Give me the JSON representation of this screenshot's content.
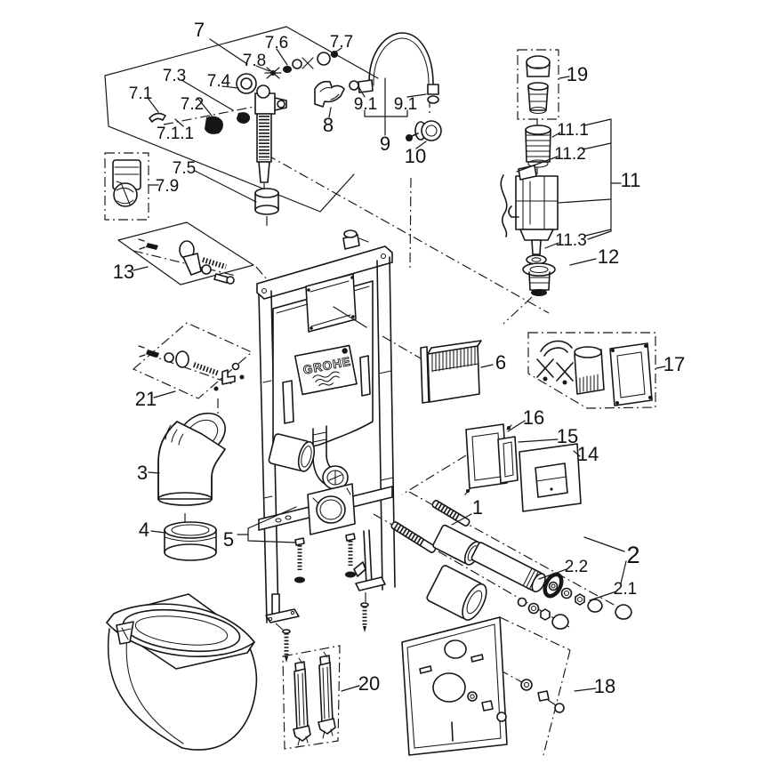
{
  "diagram": {
    "brand_logo": "GROHE",
    "labels": {
      "p1": "1",
      "p2": "2",
      "p2_1": "2.1",
      "p2_2": "2.2",
      "p3": "3",
      "p4": "4",
      "p5": "5",
      "p6": "6",
      "p7": "7",
      "p7_1": "7.1",
      "p7_1_1": "7.1.1",
      "p7_2": "7.2",
      "p7_3": "7.3",
      "p7_4": "7.4",
      "p7_5": "7.5",
      "p7_6": "7.6",
      "p7_7": "7.7",
      "p7_8": "7.8",
      "p7_9": "7.9",
      "p8": "8",
      "p9": "9",
      "p9_1": "9.1",
      "p10": "10",
      "p11": "11",
      "p11_1": "11.1",
      "p11_2": "11.2",
      "p11_3": "11.3",
      "p12": "12",
      "p13": "13",
      "p14": "14",
      "p15": "15",
      "p16": "16",
      "p17": "17",
      "p18": "18",
      "p19": "19",
      "p20": "20",
      "p21": "21"
    }
  }
}
